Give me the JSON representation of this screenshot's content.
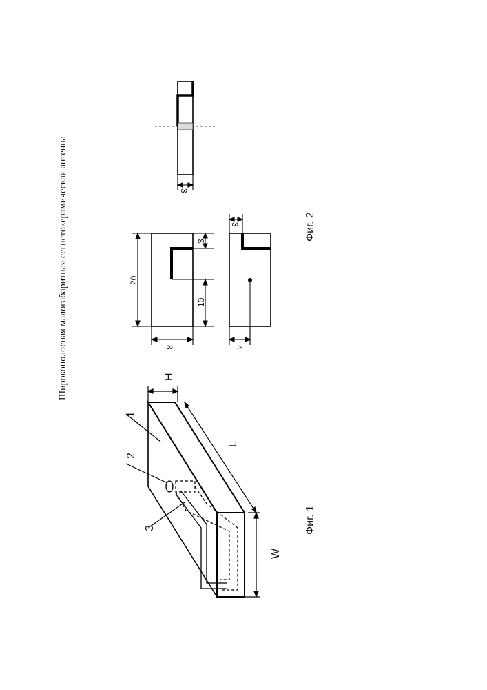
{
  "title": "Широкополосная малогабаритная сегнетокерамическая антенна",
  "fig1": {
    "caption": "Фиг. 1",
    "labels": {
      "part1": "1",
      "part2": "2",
      "part3": "3",
      "H": "H",
      "L": "L",
      "W": "W"
    }
  },
  "fig2": {
    "caption": "Фиг. 2",
    "dims": {
      "d20": "20",
      "d3_top": "3",
      "d10": "10",
      "d8": "8",
      "d4": "4",
      "d3_bottom": "3",
      "d3_side": "3"
    }
  }
}
